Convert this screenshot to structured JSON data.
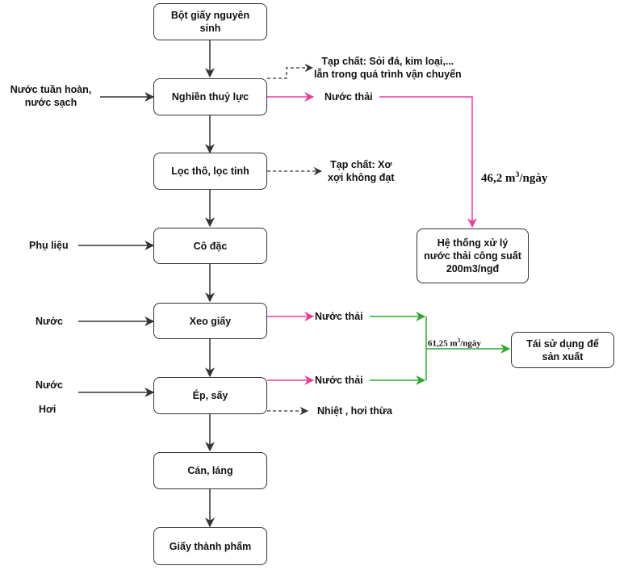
{
  "colors": {
    "flow": "#333333",
    "wastewater": "#e8409a",
    "reuse": "#2fa82f"
  },
  "process_steps": [
    {
      "id": "raw-pulp",
      "label": "Bột giấy nguyên sinh"
    },
    {
      "id": "hydro-pulping",
      "label": "Nghiền thuỷ lực"
    },
    {
      "id": "screening",
      "label": "Lọc thô, lọc tinh"
    },
    {
      "id": "thickening",
      "label": "Cô đặc"
    },
    {
      "id": "sheet-forming",
      "label": "Xeo giấy"
    },
    {
      "id": "press-dry",
      "label": "Ép, sấy"
    },
    {
      "id": "calendering",
      "label": "Cán, láng"
    },
    {
      "id": "finished-paper",
      "label": "Giấy thành phẩm"
    }
  ],
  "inputs": {
    "hydro_pulping_line1": "Nước tuần hoàn,",
    "hydro_pulping_line2": "nước sạch",
    "thickening": "Phụ liệu",
    "sheet_forming": "Nước",
    "press_dry_water": "Nước",
    "press_dry_steam": "Hơi"
  },
  "outputs": {
    "impurities_1_line1": "Tạp chất: Sỏi đá, kim loại,...",
    "impurities_1_line2": "lẫn trong quá trình vận chuyển",
    "wastewater_1": "Nước thải",
    "impurities_2_line1": "Tạp chất: Xơ",
    "impurities_2_line2": "xợi không đạt",
    "wastewater_2": "Nước thải",
    "wastewater_3": "Nước thải",
    "heat": "Nhiệt , hơi thừa"
  },
  "treatment": {
    "flow_value": "46,2 m",
    "flow_sup": "3",
    "flow_unit": "/ngày",
    "box_line1": "Hệ thống xử lý",
    "box_line2": "nước thải công suất",
    "box_line3": "200m3/ngđ"
  },
  "reuse": {
    "flow_value": "61,25 m",
    "flow_sup": "3",
    "flow_unit": "/ngày",
    "box_line1": "Tái sử dụng để",
    "box_line2": "sản xuất"
  }
}
